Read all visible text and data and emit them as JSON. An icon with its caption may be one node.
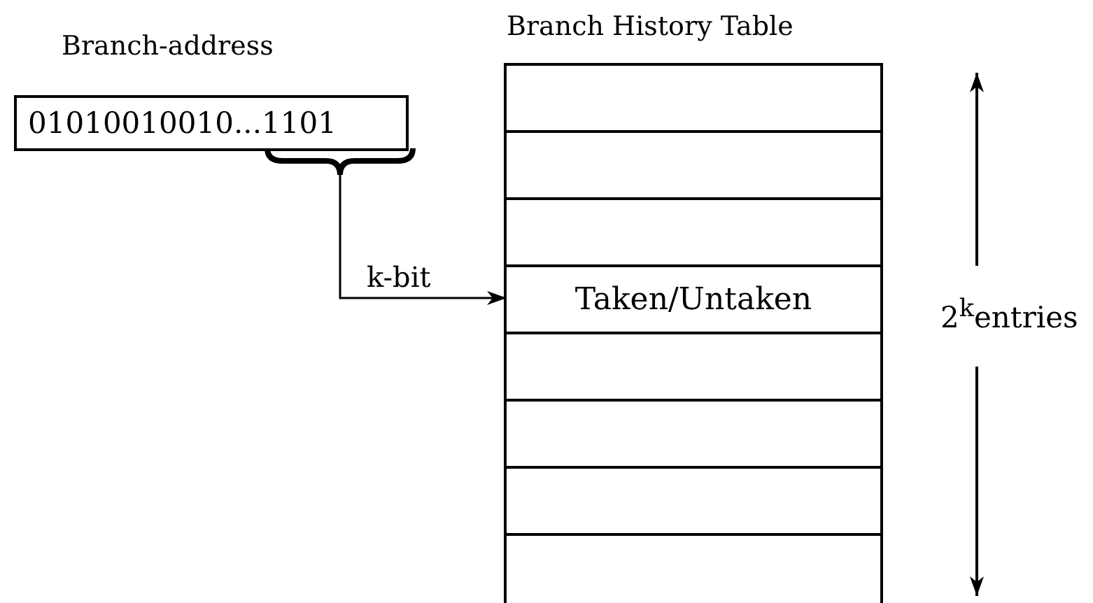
{
  "diagram": {
    "nodes": [
      {
        "text": [
          "Branch-address",
          "01010010010...1101"
        ]
      },
      {
        "text": [
          "Branch History Table"
        ]
      },
      {
        "text": [],
        "shape": "box",
        "in": 1
      },
      {
        "text": [],
        "shape": "box",
        "in": 1
      },
      {
        "text": [],
        "shape": "box",
        "in": 1
      },
      {
        "text": [
          "Taken/Untaken"
        ],
        "in": 1
      },
      {
        "text": [],
        "shape": "box",
        "in": 1
      },
      {
        "text": [],
        "shape": "box",
        "in": 1
      },
      {
        "text": [],
        "shape": "box",
        "in": 1
      },
      {
        "text": [],
        "shape": "box",
        "in": 1
      }
    ],
    "edges": [
      {
        "from": 0,
        "to": 5,
        "label": "k-bit",
        "arrow": "to"
      }
    ],
    "labels": [
      "2$^{k}$entries"
    ]
  }
}
